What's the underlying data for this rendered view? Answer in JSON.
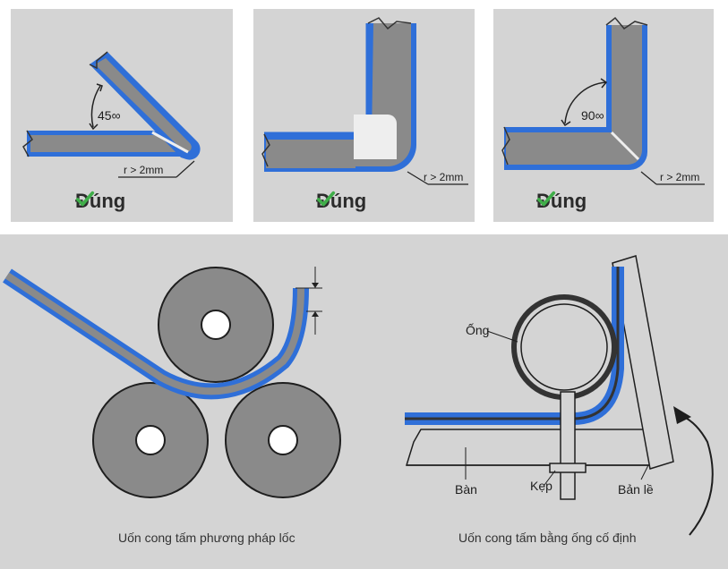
{
  "top_panels": [
    {
      "angle_label": "45∞",
      "radius_label": "r > 2mm",
      "verdict": "Đúng"
    },
    {
      "radius_label": "r > 2mm",
      "verdict": "Đúng"
    },
    {
      "angle_label": "90∞",
      "radius_label": "r > 2mm",
      "verdict": "Đúng"
    }
  ],
  "bottom_left": {
    "caption": "Uốn cong tấm phương pháp lốc"
  },
  "bottom_right": {
    "pipe_label": "Ống",
    "table_label": "Bàn",
    "clamp_label": "Kẹp",
    "hinge_label": "Bản lề",
    "caption": "Uốn cong tấm bằng ống cố định"
  },
  "colors": {
    "panel_bg": "#d4d4d4",
    "blue": "#2f6fd8",
    "metal": "#8a8a8a",
    "check": "#3fae49"
  },
  "icons": [
    "check-icon",
    "check-icon",
    "check-icon",
    "curved-arrow-icon"
  ]
}
